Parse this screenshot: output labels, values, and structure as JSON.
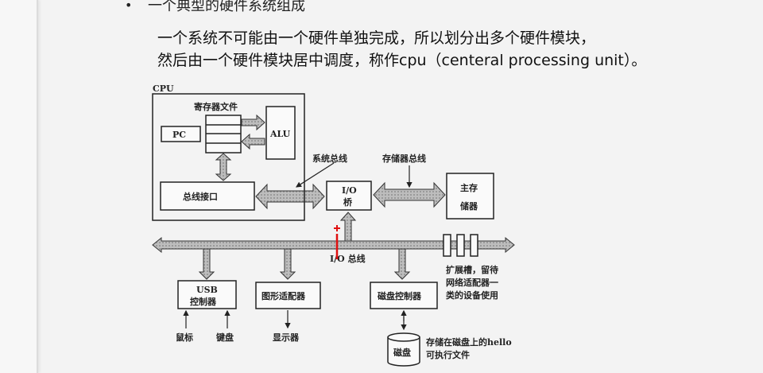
{
  "slide": {
    "bullet_title": "一个典型的硬件系统组成",
    "lines": [
      "一个系统不可能由一个硬件单独完成，所以划分出多个硬件模块，",
      "然后由一个硬件模块居中调度，称作cpu（centeral processing unit）。"
    ]
  },
  "diagram": {
    "cpu": "CPU",
    "register_file": "寄存器文件",
    "pc": "PC",
    "alu": "ALU",
    "bus_interface": "总线接口",
    "system_bus": "系统总线",
    "memory_bus": "存储器总线",
    "io_bridge": [
      "I/O",
      "桥"
    ],
    "main_memory": [
      "主存",
      "储器"
    ],
    "io_bus": "I/O 总线",
    "expansion_slots": [
      "扩展槽，留待",
      "网络适配器一",
      "类的设备使用"
    ],
    "usb_controller": [
      "USB",
      "控制器"
    ],
    "graphics_adapter": "图形适配器",
    "disk_controller": "磁盘控制器",
    "mouse": "鼠标",
    "keyboard": "键盘",
    "display": "显示器",
    "disk": "磁盘",
    "disk_note": [
      "存储在磁盘上的hello",
      "可执行文件"
    ]
  }
}
